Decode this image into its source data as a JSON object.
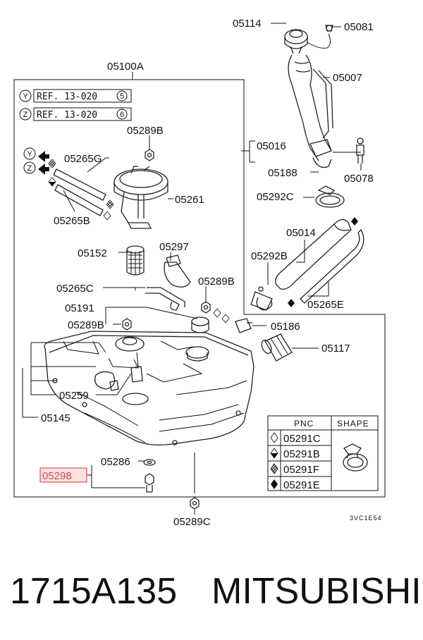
{
  "labels": {
    "l05114": "05114",
    "l05081": "05081",
    "l05100A": "05100A",
    "l05007": "05007",
    "refY": "REF. 13-020",
    "refYcircle": "5",
    "refZ": "REF. 13-020",
    "refZcircle": "6",
    "markY": "Y",
    "markZ": "Z",
    "l05289B_top": "05289B",
    "l05016": "05016",
    "l05265G": "05265G",
    "l05188": "05188",
    "l05078": "05078",
    "l05261": "05261",
    "l05292C": "05292C",
    "l05265B": "05265B",
    "l05014": "05014",
    "l05152": "05152",
    "l05297": "05297",
    "l05292B": "05292B",
    "l05289B_mid": "05289B",
    "l05265C": "05265C",
    "l05265E": "05265E",
    "l05191": "05191",
    "l05289B_low": "05289B",
    "l05186": "05186",
    "l05117": "05117",
    "l05259": "05259",
    "l05145": "05145",
    "l05286": "05286",
    "l05298": "05298",
    "l05289C": "05289C",
    "code": "3VC1E54"
  },
  "legend_table": {
    "headers": [
      "PNC",
      "SHAPE"
    ],
    "rows": [
      {
        "symbol": "diamond-outline-icon",
        "pnc": "05291C"
      },
      {
        "symbol": "diamond-half-icon",
        "pnc": "05291B"
      },
      {
        "symbol": "diamond-crosshatch-icon",
        "pnc": "05291F"
      },
      {
        "symbol": "diamond-solid-icon",
        "pnc": "05291E"
      }
    ]
  },
  "caption": {
    "part_number": "1715A135",
    "brand": "MITSUBISHI"
  },
  "colors": {
    "highlight_box": "#e05050",
    "highlight_fill": "#fbe3e3"
  }
}
